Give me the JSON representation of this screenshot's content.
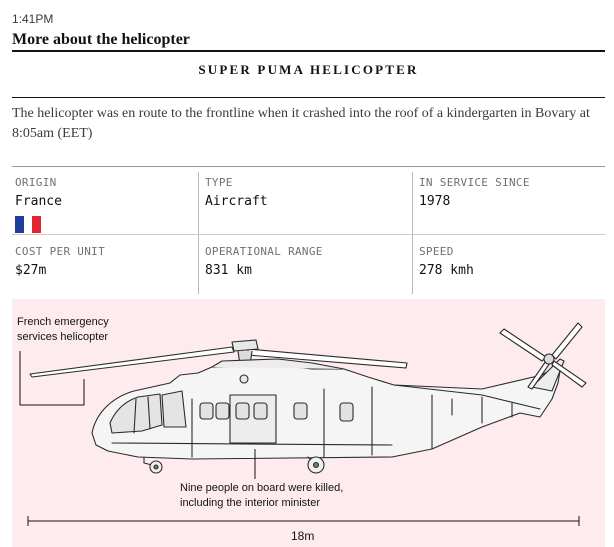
{
  "header": {
    "timestamp": "1:41PM",
    "section_title": "More about the helicopter"
  },
  "graphic": {
    "title": "SUPER PUMA HELICOPTER",
    "summary": "The helicopter was en route to the frontline when it crashed into the roof of a kindergarten in Bovary at 8:05am (EET)"
  },
  "stats": {
    "origin": {
      "label": "ORIGIN",
      "value": "France",
      "flag": {
        "icon": "france-flag-icon",
        "colors": [
          "#1f3f9b",
          "#ffffff",
          "#e0262f"
        ]
      }
    },
    "type": {
      "label": "TYPE",
      "value": "Aircraft"
    },
    "in_service": {
      "label": "IN SERVICE SINCE",
      "value": "1978"
    },
    "cost": {
      "label": "COST PER UNIT",
      "value": "$27m"
    },
    "range": {
      "label": "OPERATIONAL RANGE",
      "value": "831 km"
    },
    "speed": {
      "label": "SPEED",
      "value": "278 kmh"
    }
  },
  "illustration": {
    "background": "#fdebee",
    "annotation_helicopter_line1": "French emergency",
    "annotation_helicopter_line2": "services helicopter",
    "annotation_killed_line1": "Nine people on board were killed,",
    "annotation_killed_line2": "including the interior minister",
    "length_label": "18m"
  }
}
